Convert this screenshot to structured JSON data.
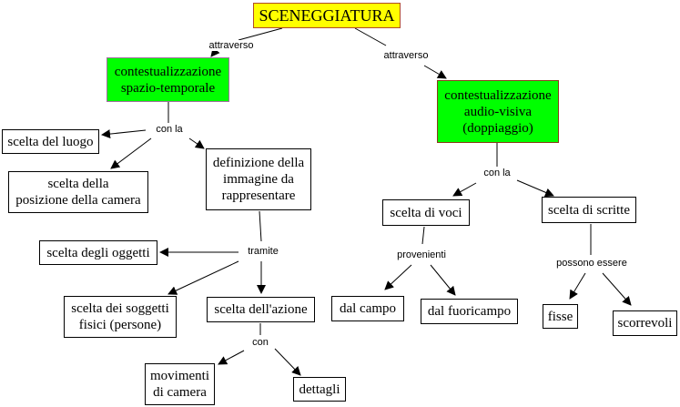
{
  "title": "SCENEGGIATURA",
  "colors": {
    "root_fill": "#ffff00",
    "primary_fill": "#00ff00",
    "node_fill": "#ffffff",
    "line": "#000000"
  },
  "nodes": {
    "root": {
      "lines": [
        "SCENEGGIATURA"
      ]
    },
    "spazio": {
      "lines": [
        "contestualizzazione",
        "spazio-temporale"
      ]
    },
    "audio": {
      "lines": [
        "contestualizzazione",
        "audio-visiva",
        "(doppiaggio)"
      ]
    },
    "luogo": {
      "lines": [
        "scelta del luogo"
      ]
    },
    "posizione": {
      "lines": [
        "scelta della",
        "posizione della camera"
      ]
    },
    "definizione": {
      "lines": [
        "definizione della",
        "immagine da",
        "rappresentare"
      ]
    },
    "oggetti": {
      "lines": [
        "scelta degli oggetti"
      ]
    },
    "soggetti": {
      "lines": [
        "scelta dei soggetti",
        "fisici (persone)"
      ]
    },
    "azione": {
      "lines": [
        "scelta dell'azione"
      ]
    },
    "movimenti": {
      "lines": [
        "movimenti",
        "di camera"
      ]
    },
    "dettagli": {
      "lines": [
        "dettagli"
      ]
    },
    "voci": {
      "lines": [
        "scelta di voci"
      ]
    },
    "scritte": {
      "lines": [
        "scelta di scritte"
      ]
    },
    "campo": {
      "lines": [
        "dal campo"
      ]
    },
    "fuoricampo": {
      "lines": [
        "dal fuoricampo"
      ]
    },
    "fisse": {
      "lines": [
        "fisse"
      ]
    },
    "scorrevoli": {
      "lines": [
        "scorrevoli"
      ]
    }
  },
  "link_labels": {
    "attraverso_left": "attraverso",
    "attraverso_right": "attraverso",
    "con_la_left": "con la",
    "con_la_right": "con la",
    "tramite": "tramite",
    "con": "con",
    "provenienti": "provenienti",
    "possono_essere": "possono essere"
  }
}
